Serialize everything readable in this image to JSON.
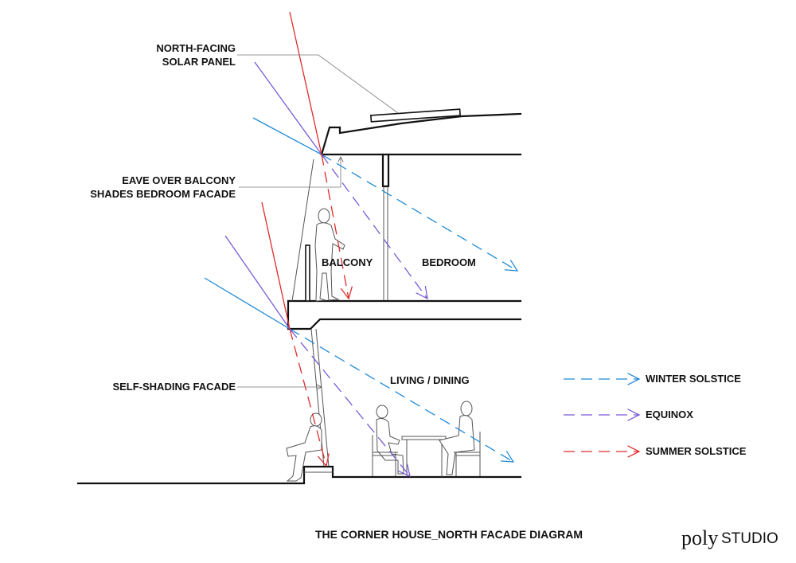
{
  "labels": {
    "solar_panel_line1": "NORTH-FACING",
    "solar_panel_line2": "SOLAR PANEL",
    "eave_line1": "EAVE OVER BALCONY",
    "eave_line2": "SHADES BEDROOM FACADE",
    "self_shading": "SELF-SHADING FACADE",
    "balcony": "BALCONY",
    "bedroom": "BEDROOM",
    "living_dining": "LIVING / DINING"
  },
  "legend": [
    {
      "label": "WINTER SOLSTICE",
      "color": "#1f8ad6"
    },
    {
      "label": "EQUINOX",
      "color": "#7a5bd6"
    },
    {
      "label": "SUMMER SOLSTICE",
      "color": "#e02b2b"
    }
  ],
  "title": "THE CORNER HOUSE_NORTH FACADE DIAGRAM",
  "logo": {
    "part1": "poly",
    "part2": "STUDIO"
  },
  "colors": {
    "winter": "#1f8ad6",
    "equinox": "#7a5bd6",
    "summer": "#e02b2b",
    "line": "#111111"
  }
}
